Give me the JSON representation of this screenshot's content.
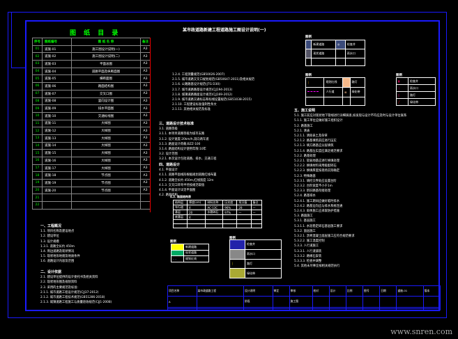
{
  "catalog": {
    "title": "图 纸 目 录",
    "headers": [
      "序号",
      "图纸编号",
      "图 纸 名 称",
      "备注"
    ],
    "rows": [
      [
        "01",
        "道施-01",
        "施工图设计说明(一)",
        "A3"
      ],
      [
        "02",
        "道施-02",
        "施工图设计说明(二)",
        "A3"
      ],
      [
        "03",
        "道施-03",
        "平面总图",
        "A3"
      ],
      [
        "04",
        "道施-04",
        "道路平面及纵断面图",
        "A3"
      ],
      [
        "05",
        "道施-05",
        "横断面图",
        "A3"
      ],
      [
        "06",
        "道施-06",
        "路面结构图",
        "A3"
      ],
      [
        "07",
        "道施-07",
        "交叉口图",
        "A3"
      ],
      [
        "08",
        "道施-08",
        "竖向设计图",
        "A3"
      ],
      [
        "09",
        "道施-09",
        "排水平面图",
        "A3"
      ],
      [
        "10",
        "道施-10",
        "交通标线图",
        "A3"
      ],
      [
        "11",
        "道施-11",
        "大样图",
        "A3"
      ],
      [
        "12",
        "道施-12",
        "大样图",
        "A3"
      ],
      [
        "13",
        "道施-13",
        "大样图",
        "A3"
      ],
      [
        "14",
        "道施-14",
        "大样图",
        "A3"
      ],
      [
        "15",
        "道施-15",
        "大样图",
        "A3"
      ],
      [
        "16",
        "道施-16",
        "大样图",
        "A3"
      ],
      [
        "17",
        "道施-17",
        "大样图",
        "A3"
      ],
      [
        "18",
        "道施-18",
        "节点图",
        "A3"
      ],
      [
        "19",
        "道施-19",
        "节点图",
        "A3"
      ],
      [
        "20",
        "道施-20",
        "节点图",
        "A3"
      ],
      [
        "21",
        "",
        "",
        " "
      ],
      [
        "22",
        "",
        "",
        ""
      ]
    ]
  },
  "main_title": "某市政道路新建工程道路施工图设计说明(一)",
  "blocks": {
    "mid1": [
      "1.2.4. 工程测量规范(GB50026-2007)",
      "2.1.5. 城市道路交叉口规划规范(GB50647-2011)及相关规范",
      "2.1.6. 公路路基设计规范(JTG D30)",
      "2.1.7. 城市道路路基设计规范(CJJ194-2013)",
      "2.1.8. 城镇道路路面设计规范(CJJ169-2012)",
      "2.1.9. 城市道路交通标志和标线设置规范(GB51038-2015)",
      "2.1.10. 工程建设标准强制性条文",
      "2.1.11. 其他相关规范及标准"
    ],
    "mid2": [
      "三、道路设计技术标准",
      "3.1. 道路等级",
      "3.1.1. 本项目道路等级为城市支路",
      "3.1.2. 设计速度:20km/h,双向两车道",
      "3.1.3. 路面设计荷载:BZZ-100",
      "3.1.4. 路面结构设计使用年限:10年",
      "3.2. 设计范围",
      "3.2.1. 本次设计包括道路、排水、交通工程"
    ],
    "mid3": [
      "四、道路设计",
      "4.1. 平面设计",
      "4.1.1. 道路平面线形根据规划道路红线布置",
      "4.1.2. 道路全长约 450m,红线宽度 12m",
      "4.1.3. 交叉口转弯半径按规范取值",
      "4.1.4. 平面设计详见平面图",
      "4.2. 路面结构"
    ],
    "left1": [
      "一、工程概况",
      "1.1. 项目名称及建设地点",
      "1.2. 建设单位",
      "1.3. 设计规模",
      "1.3.1. 道路全长约 450m",
      "1.4. 周边道路及现状情况",
      "1.5. 现状地形地貌及地质条件",
      "1.6. 道路设计内容及范围"
    ],
    "left2": [
      "二、设计依据",
      "2.1. 建设单位提供的设计委托书及相关资料",
      "2.2. 现状地形图及规划资料",
      "2.3. 采用的主要规范及标准:",
      "2.1.1. 城市道路工程设计规范(CJJ37-2012)",
      "2.1.2. 城市道路工程技术规范(GB51286-2018)",
      "2.1.3. 城镇道路工程施工与质量验收规范(CJJ1-2008)"
    ],
    "right": [
      "五、施工说明",
      "5.1. 施工前应对现状地下管线进行详细调查,如发现与设计不符应及时与设计单位联系",
      "5.1.1. 施工单位应做好施工组织设计",
      "5.2. 路基施工",
      "5.2.1. 清表",
      "5.2.1.1. 清除表土及杂草",
      "5.2.1.2. 路基填筑前应进行压实",
      "5.2.1.3. 填方路基应分层填筑",
      "5.2.1.4. 路基压实度应满足规范要求",
      "5.2.2. 路基处理",
      "5.2.2.1. 软弱地基应进行换填处理",
      "5.2.2.2. 换填材料采用级配碎石",
      "5.2.2.3. 换填厚度按现场实际确定",
      "5.2.3. 特殊路基",
      "5.2.3.1. 填挖交界处应设置台阶",
      "5.2.3.2. 台阶宽度不小于1m",
      "5.2.3.3. 新旧路基衔接处理",
      "5.2.4. 路基排水",
      "5.2.4.1. 施工期间应做好临时排水",
      "5.2.4.2. 路基边沟应与排水系统连通",
      "5.2.4.3. 雨季施工应采取防护措施",
      "5.3. 路面施工",
      "5.3.1. 基层施工",
      "5.3.1.1. 水泥稳定碎石基层施工要求",
      "5.3.2. 面层施工",
      "5.3.2.1. 沥青混凝土面层施工应符合规范要求",
      "5.3.2.2. 施工温度控制",
      "5.3.3. 人行道施工",
      "5.3.3.1. 人行道铺装",
      "5.3.3.2. 路缘石安装",
      "5.3.3.3. 检查井调整",
      "5.4. 其他未尽事宜按相关规范执行"
    ]
  },
  "pave_table": {
    "label": "4.2. 路面结构表",
    "headers": [
      "结构层",
      "厚度(cm)",
      "材料名称",
      "压实度",
      "弯沉值",
      "备注"
    ],
    "rows": [
      [
        "车行道",
        "4",
        "AC-13C",
        "96%",
        "28",
        "—"
      ],
      [
        "基层",
        "20",
        "水稳碎石",
        "97%",
        "—",
        "—"
      ],
      [
        "底基层",
        "4",
        "",
        "",
        "",
        ""
      ]
    ]
  },
  "legends": {
    "legend1": "图例",
    "legend2": "图例",
    "legend3": "图例",
    "legend4": "图例",
    "legend5": "图例",
    "items1": [
      "新建道路",
      "现状道路",
      "规划红线",
      "人行道"
    ],
    "items2": [
      "检查井",
      "雨水口",
      "路灯",
      "绿化带"
    ]
  },
  "title_block": {
    "cells": [
      "项目名称",
      "某市政道路工程",
      "设计说明",
      "审定",
      "审核",
      "校对",
      "设计",
      "比例",
      "图号",
      "日期",
      "道施-01",
      "版本",
      "A",
      "阶段",
      "施工图"
    ]
  },
  "watermark": "www.snren.com"
}
